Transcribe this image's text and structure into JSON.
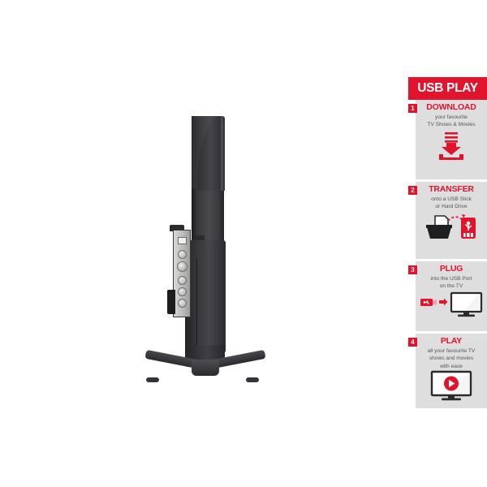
{
  "product": {
    "name": "television-side-profile",
    "description": "TV shown in side profile with tripod stand",
    "body_color": "#3a3a3d",
    "panel_color": "#c8c8c6"
  },
  "usb_play": {
    "header": {
      "title": "USB PLAY",
      "background": "#e2142d",
      "text_color": "#ffffff"
    },
    "panel_background": "#dedede",
    "accent_color": "#e2142d",
    "steps": [
      {
        "number": "1",
        "title": "DOWNLOAD",
        "description": "your favourite\nTV Shows & Movies",
        "desc_line1": "your favourite",
        "desc_line2": "TV Shows & Movies",
        "icon": "download-arrow-icon"
      },
      {
        "number": "2",
        "title": "TRANSFER",
        "description": "onto a USB Stick\nor Hard Drive",
        "desc_line1": "onto a USB Stick",
        "desc_line2": "or Hard Drive",
        "icon": "folder-to-usb-icon"
      },
      {
        "number": "3",
        "title": "PLUG",
        "description": "into the USB Port\non the TV",
        "desc_line1": "into the USB Port",
        "desc_line2": "on the TV",
        "icon": "usb-to-tv-icon"
      },
      {
        "number": "4",
        "title": "PLAY",
        "description": "all your favourite TV\nshows and movies\nwith ease",
        "desc_line1": "all your favourite TV",
        "desc_line2": "shows and movies",
        "desc_line3": "with ease",
        "icon": "tv-play-button-icon"
      }
    ]
  }
}
